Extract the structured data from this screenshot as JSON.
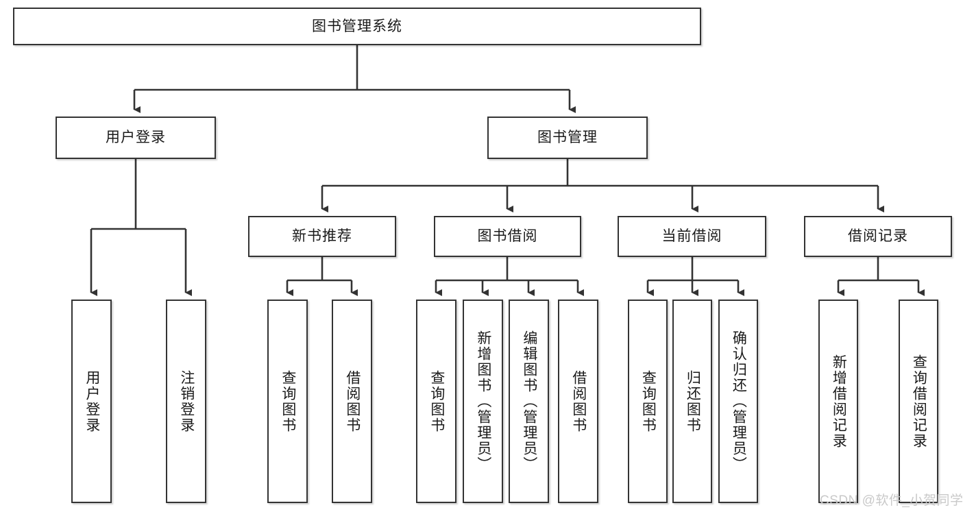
{
  "diagram": {
    "type": "tree-hierarchy",
    "title": "图书管理系统",
    "root": {
      "id": "root",
      "label": "图书管理系统"
    },
    "level2": [
      {
        "id": "user-login",
        "label": "用户登录"
      },
      {
        "id": "book-manage",
        "label": "图书管理"
      }
    ],
    "level3": [
      {
        "id": "new-book-recommend",
        "label": "新书推荐"
      },
      {
        "id": "book-borrow",
        "label": "图书借阅"
      },
      {
        "id": "current-borrow",
        "label": "当前借阅"
      },
      {
        "id": "borrow-record",
        "label": "借阅记录"
      }
    ],
    "leaves": {
      "user_login": [
        {
          "id": "leaf-user-login",
          "label": "用户登录"
        },
        {
          "id": "leaf-logout-login",
          "label": "注销登录"
        }
      ],
      "new_book_recommend": [
        {
          "id": "leaf-query-book-1",
          "label": "查询图书"
        },
        {
          "id": "leaf-borrow-book-1",
          "label": "借阅图书"
        }
      ],
      "book_borrow": [
        {
          "id": "leaf-query-book-2",
          "label": "查询图书"
        },
        {
          "id": "leaf-add-book",
          "label": "新增图书（管理员）"
        },
        {
          "id": "leaf-edit-book",
          "label": "编辑图书（管理员）"
        },
        {
          "id": "leaf-borrow-book-2",
          "label": "借阅图书"
        }
      ],
      "current_borrow": [
        {
          "id": "leaf-query-book-3",
          "label": "查询图书"
        },
        {
          "id": "leaf-return-book",
          "label": "归还图书"
        },
        {
          "id": "leaf-confirm-return",
          "label": "确认归还（管理员）"
        }
      ],
      "borrow_record": [
        {
          "id": "leaf-add-record",
          "label": "新增借阅记录"
        },
        {
          "id": "leaf-query-record",
          "label": "查询借阅记录"
        }
      ]
    },
    "watermark": "CSDN @软件_小贺同学",
    "colors": {
      "stroke": "#333333",
      "fill": "#ffffff",
      "text": "#1a1a1a",
      "watermark": "#c9c9c9"
    }
  }
}
